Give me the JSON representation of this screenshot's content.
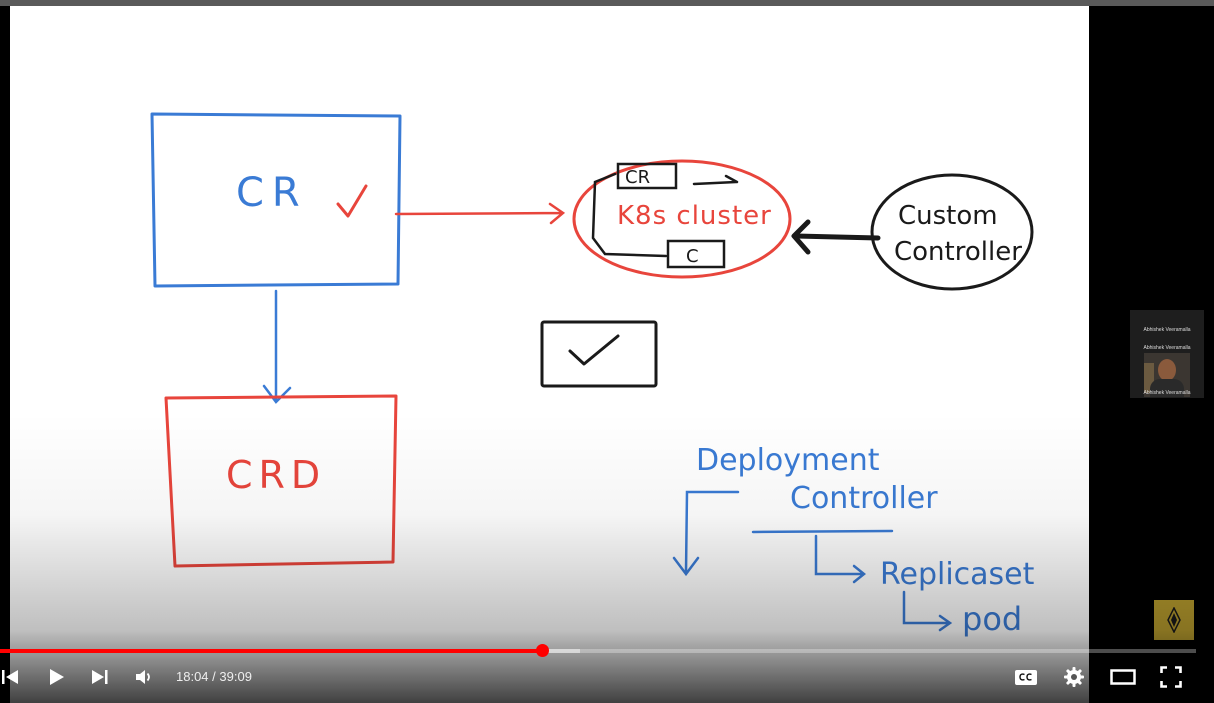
{
  "whiteboard": {
    "cr_label": "CR",
    "crd_label": "CRD",
    "cluster": {
      "label": "K8s cluster",
      "cr_box": "CR",
      "c_box": "C"
    },
    "custom_controller": {
      "line1": "Custom",
      "line2": "Controller"
    },
    "deployment": {
      "line1": "Deployment",
      "line2": "Controller",
      "replicaset": "Replicaset",
      "pod": "pod"
    }
  },
  "participant": {
    "name": "Abhishek Veeramalla"
  },
  "player": {
    "time_current": "18:04",
    "time_separator": " / ",
    "time_total": "39:09",
    "progress_played": 0.4535,
    "progress_loaded": 0.485
  },
  "colors": {
    "blue": "#3a7bd5",
    "red": "#e8453c",
    "black": "#1a1a1a",
    "progress_red": "#ff0000",
    "watermark": "#b59a2d"
  },
  "icons": {
    "prev": "skip-previous-icon",
    "play": "play-icon",
    "next": "skip-next-icon",
    "volume": "volume-icon",
    "cc": "closed-captions-icon",
    "settings": "gear-icon",
    "theater": "theater-mode-icon",
    "fullscreen": "fullscreen-icon"
  }
}
